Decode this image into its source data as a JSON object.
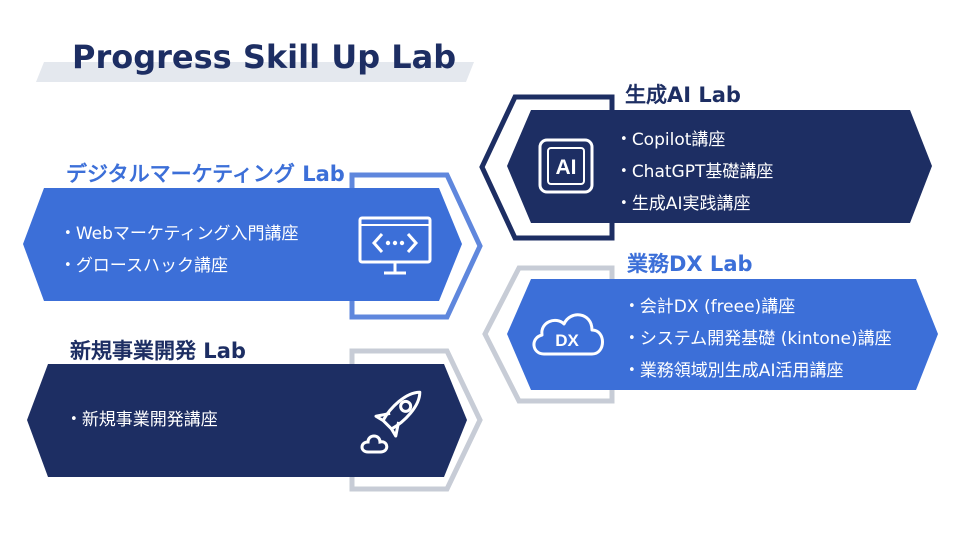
{
  "title": "Progress Skill Up Lab",
  "colors": {
    "dark_navy": "#1d2e63",
    "royal_blue": "#3c6fd8",
    "outline_gray": "#c7ccd6",
    "outline_blue": "#5f87dd",
    "title_bar": "#e4e8ee"
  },
  "labs": {
    "digital_marketing": {
      "title": "デジタルマーケティング Lab",
      "icon": "web-monitor-icon",
      "items": [
        "Webマーケティング入門講座",
        "グロースハック講座"
      ]
    },
    "new_business": {
      "title": "新規事業開発 Lab",
      "icon": "rocket-icon",
      "items": [
        "新規事業開発講座"
      ]
    },
    "generative_ai": {
      "title": "生成AI Lab",
      "icon": "ai-chip-icon",
      "icon_text": "AI",
      "items": [
        "Copilot講座",
        "ChatGPT基礎講座",
        "生成AI実践講座"
      ]
    },
    "business_dx": {
      "title": "業務DX Lab",
      "icon": "cloud-dx-icon",
      "icon_text": "DX",
      "items": [
        "会計DX (freee)講座",
        "システム開発基礎 (kintone)講座",
        "業務領域別生成AI活用講座"
      ]
    }
  }
}
